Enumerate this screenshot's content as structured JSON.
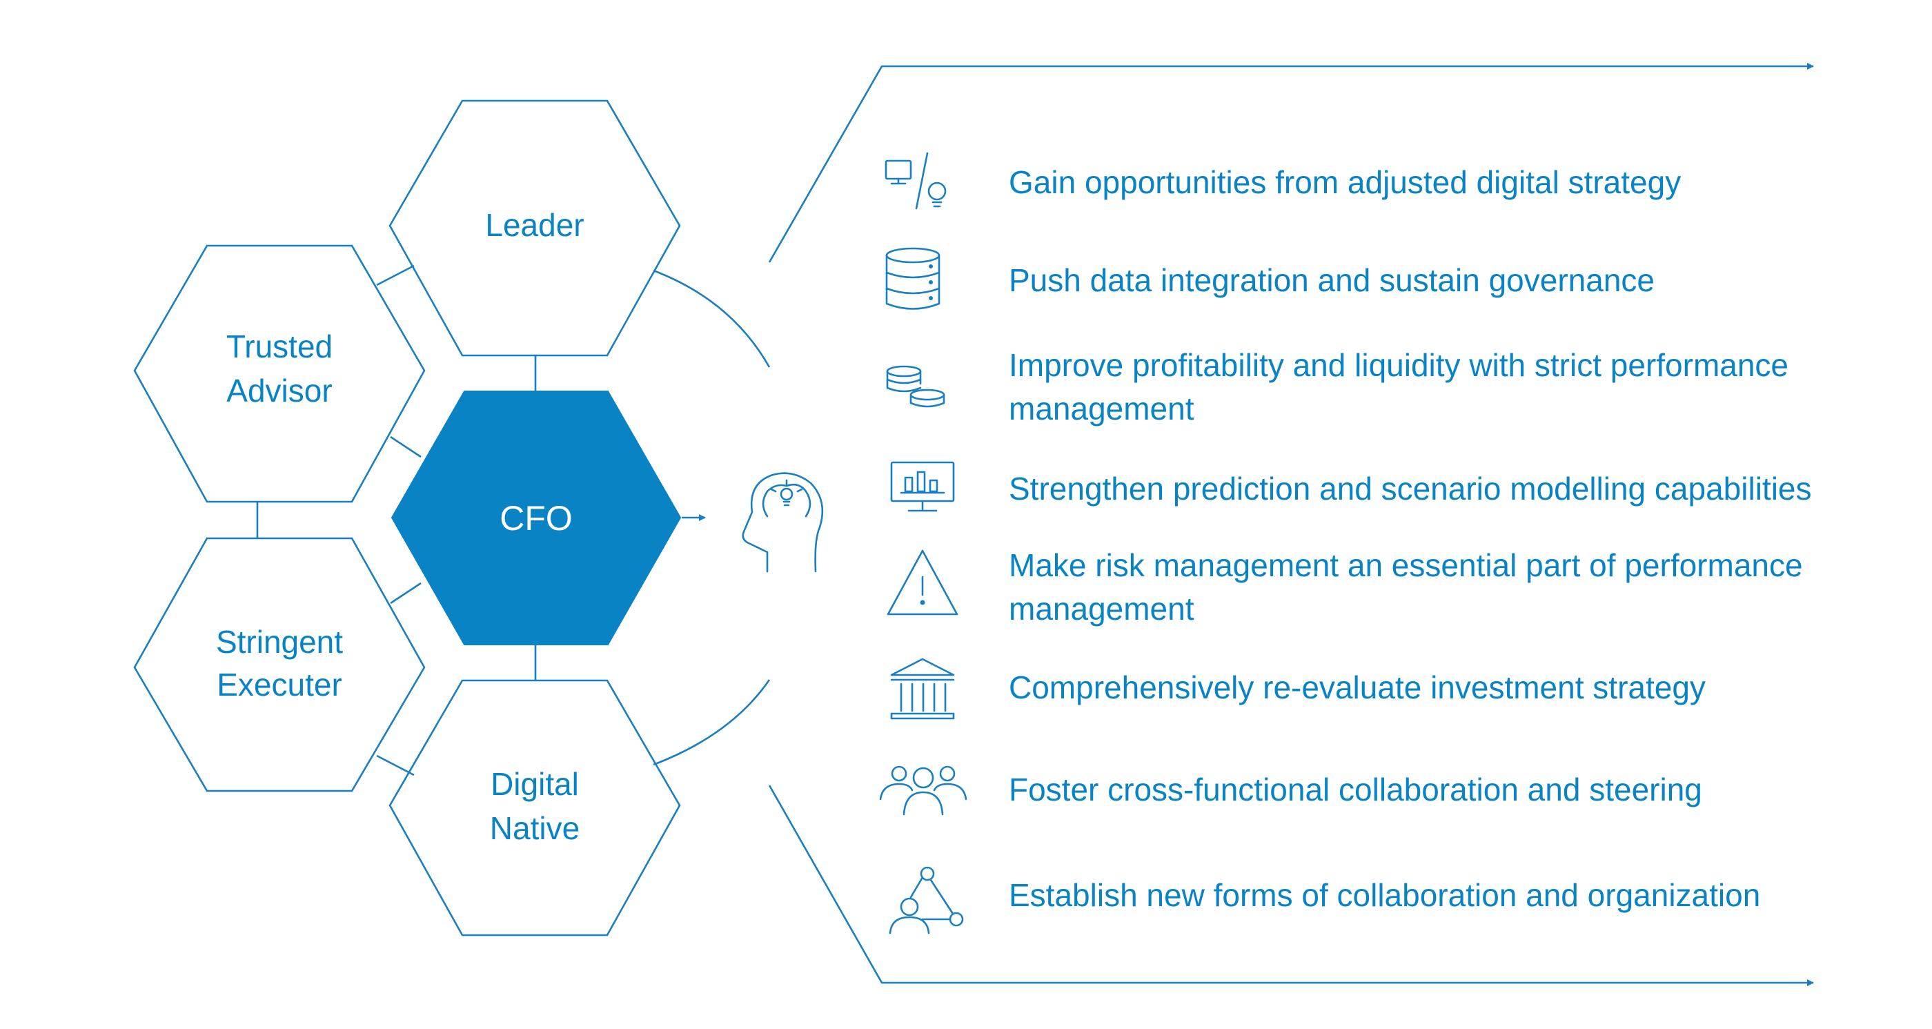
{
  "colors": {
    "primary": "#0a83c4",
    "line": "#1a7fc0",
    "center_fill": "#0a83c4",
    "background": "#ffffff"
  },
  "hexagons": {
    "leader": [
      "Leader"
    ],
    "trusted_advisor": [
      "Trusted",
      "Advisor"
    ],
    "cfo": [
      "CFO"
    ],
    "stringent_executer": [
      "Stringent",
      "Executer"
    ],
    "digital_native": [
      "Digital",
      "Native"
    ]
  },
  "items": [
    {
      "icon": "monitor-lightbulb-icon",
      "lines": [
        "Gain opportunities from adjusted digital strategy"
      ]
    },
    {
      "icon": "database-icon",
      "lines": [
        "Push data integration and sustain governance"
      ]
    },
    {
      "icon": "coins-icon",
      "lines": [
        "Improve profitability and liquidity with strict performance",
        "management"
      ]
    },
    {
      "icon": "monitor-bar-chart-icon",
      "lines": [
        "Strengthen prediction and scenario modelling capabilities"
      ]
    },
    {
      "icon": "warning-triangle-icon",
      "lines": [
        "Make risk management an essential part of performance",
        "management"
      ]
    },
    {
      "icon": "bank-building-icon",
      "lines": [
        "Comprehensively re-evaluate investment strategy"
      ]
    },
    {
      "icon": "people-group-icon",
      "lines": [
        "Foster cross-functional collaboration and steering"
      ]
    },
    {
      "icon": "network-person-icon",
      "lines": [
        "Establish new forms of collaboration and organization"
      ]
    }
  ],
  "center_icon": "head-lightbulb-icon"
}
